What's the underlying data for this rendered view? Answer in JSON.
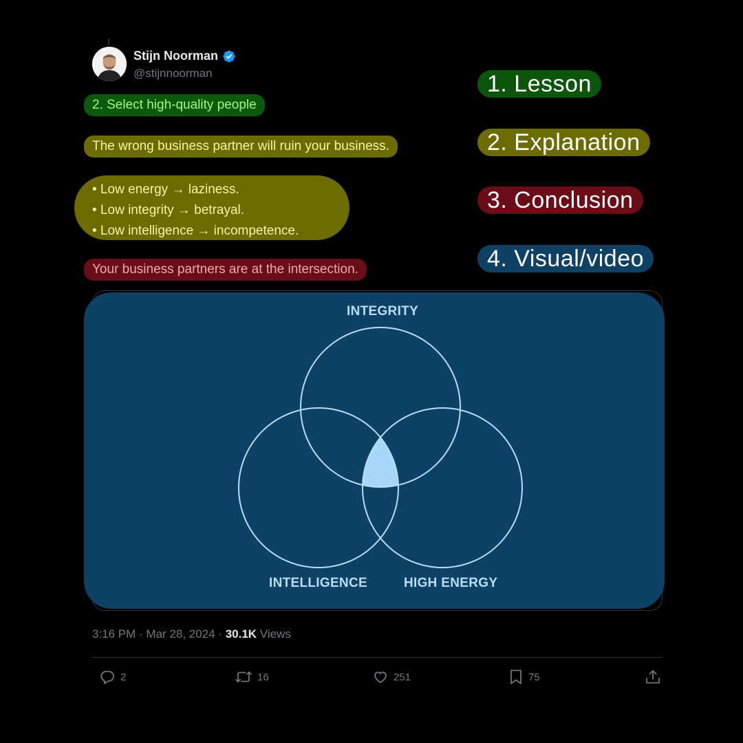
{
  "tweet": {
    "author_name": "Stijn Noorman",
    "author_handle": "@stijnnoorman",
    "verified_icon": "verified-badge-icon",
    "lesson": "2. Select high-quality people",
    "explanation": "The wrong business partner will ruin your business.",
    "bullets": [
      "• Low energy → laziness.",
      "• Low integrity → betrayal.",
      "• Low intelligence → incompetence."
    ],
    "conclusion": "Your business partners are at the intersection.",
    "timestamp": "3:16 PM · Mar 28, 2024 · ",
    "views_count": "30.1K",
    "views_label": " Views"
  },
  "legend": {
    "item1": "1. Lesson",
    "item2": "2. Explanation",
    "item3": "3. Conclusion",
    "item4": "4. Visual/video"
  },
  "venn": {
    "label_top": "INTEGRITY",
    "label_left": "INTELLIGENCE",
    "label_right": "HIGH ENERGY"
  },
  "actions": {
    "replies": "2",
    "reposts": "16",
    "likes": "251",
    "bookmarks": "75"
  },
  "colors": {
    "background": "#000000",
    "lesson_highlight": "#0b5a0b",
    "explanation_highlight": "#6b6b00",
    "conclusion_highlight": "#6a0d16",
    "visual_highlight": "#0e4163",
    "venn_stroke": "#b9ddf5",
    "venn_fill": "#a8d8f8",
    "verified_blue": "#1d9bf0"
  }
}
